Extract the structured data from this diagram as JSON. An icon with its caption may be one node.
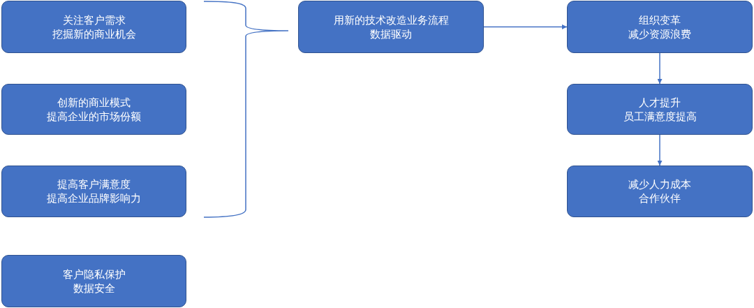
{
  "diagram": {
    "nodes": [
      {
        "text": [
          "关注客户需求",
          "挖掘新的商业机会"
        ]
      },
      {
        "text": [
          "创新的商业模式",
          "提高企业的市场份额"
        ]
      },
      {
        "text": [
          "提高客户满意度",
          "提高企业品牌影响力"
        ]
      },
      {
        "text": [
          "客户隐私保护",
          "数据安全"
        ]
      },
      {
        "text": [
          "用新的技术改造业务流程",
          "数据驱动"
        ]
      },
      {
        "text": [
          "组织变革",
          "减少资源浪费"
        ]
      },
      {
        "text": [
          "人才提升",
          "员工满意度提高"
        ]
      },
      {
        "text": [
          "减少人力成本",
          "合作伙伴"
        ]
      }
    ],
    "edges": [
      {
        "from": 4,
        "to": 5,
        "arrow": "to"
      },
      {
        "from": 5,
        "to": 6,
        "arrow": "to"
      },
      {
        "from": 6,
        "to": 7,
        "arrow": "to"
      }
    ]
  }
}
